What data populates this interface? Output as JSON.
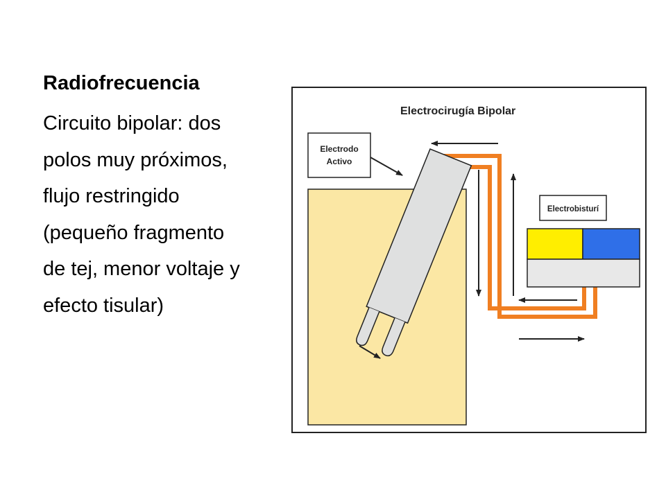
{
  "slide": {
    "title": "Radiofrecuencia",
    "body": "Circuito bipolar: dos polos muy próximos, flujo restringido (pequeño fragmento de tej, menor voltaje y efecto tisular)"
  },
  "figure": {
    "title": "Electrocirugía Bipolar",
    "active_electrode_label_line1": "Electrodo",
    "active_electrode_label_line2": "Activo",
    "generator_label": "Electrobisturí",
    "colors": {
      "tissue": "#fbe7a4",
      "cable": "#f07f22",
      "generator_left_panel": "#ffee00",
      "generator_right_panel": "#2f6fe8",
      "generator_base": "#e8e8e8",
      "electrode": "#dfe0e0"
    }
  }
}
